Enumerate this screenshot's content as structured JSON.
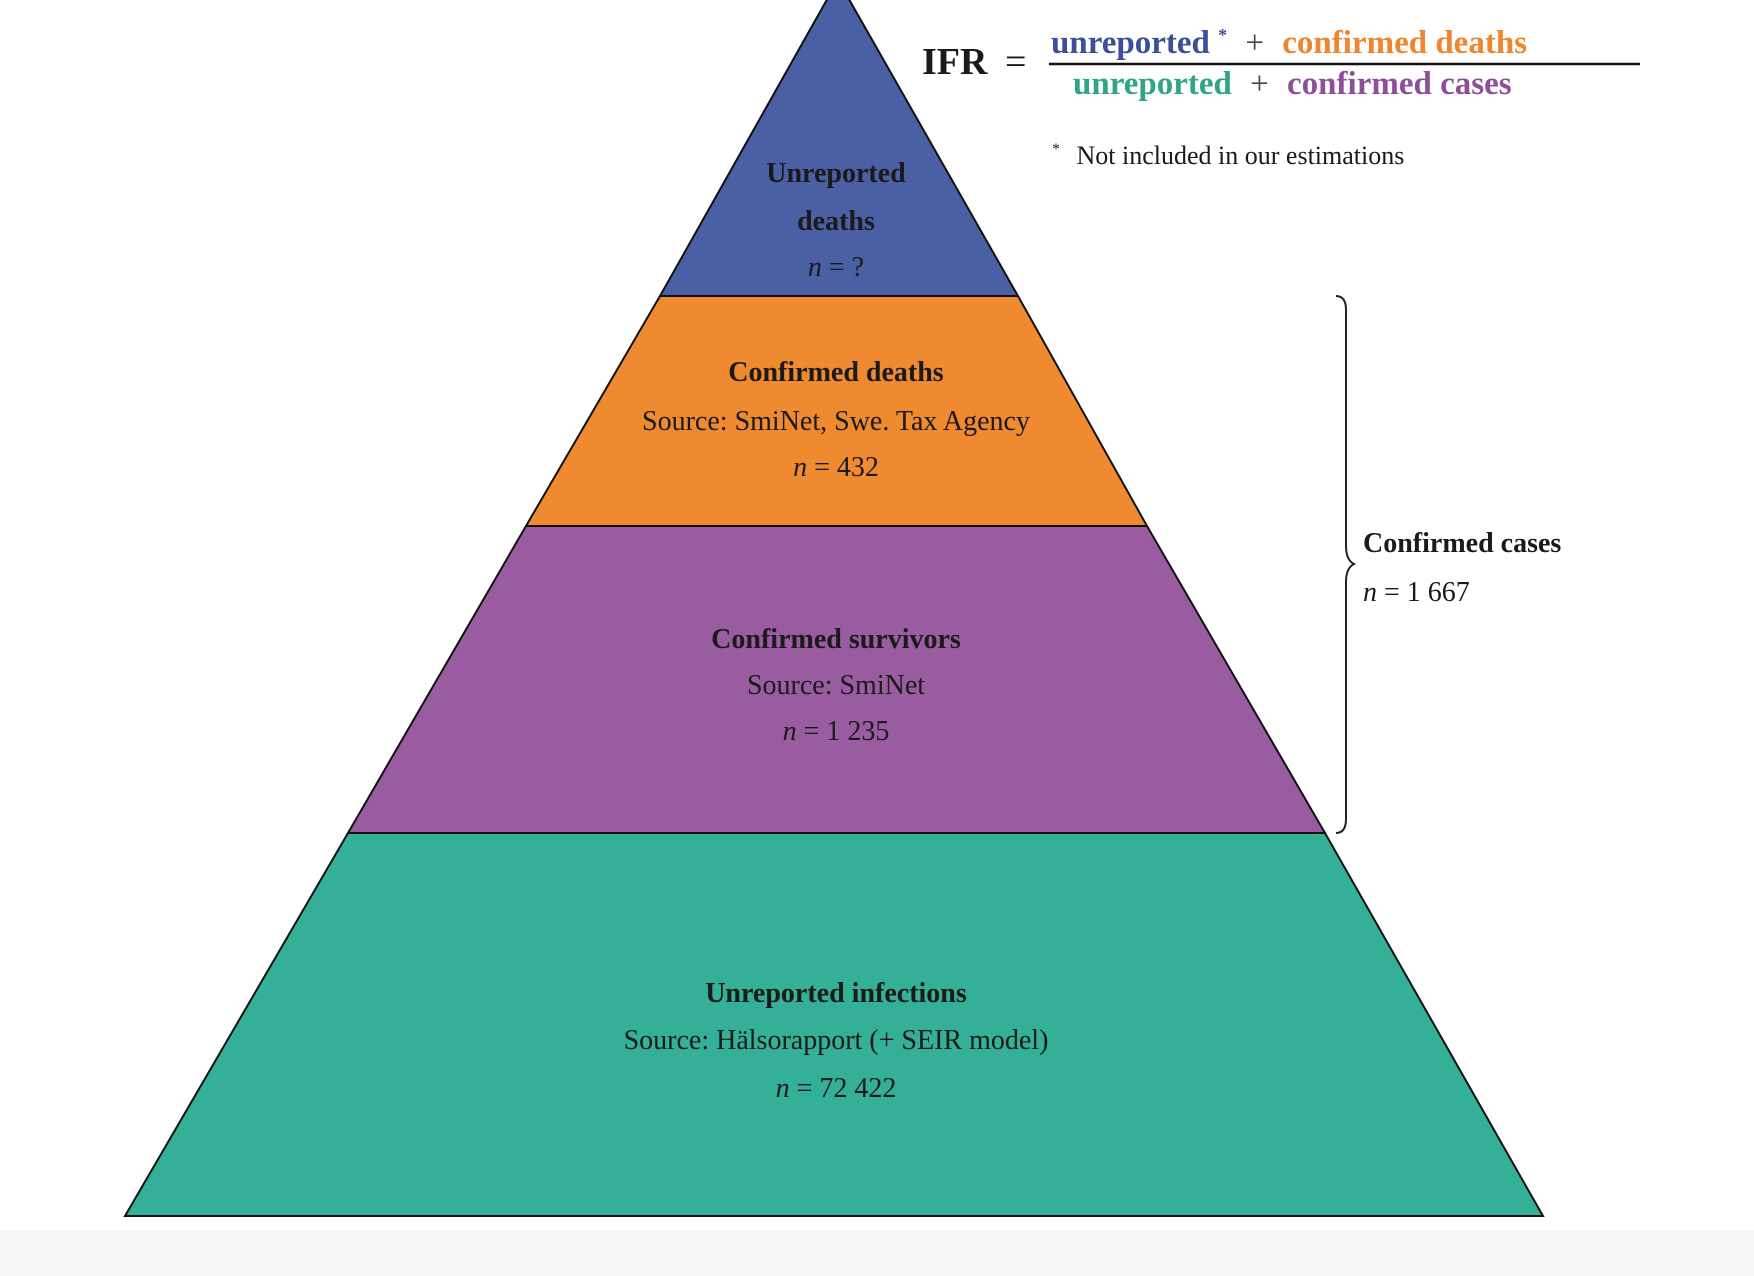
{
  "formula": {
    "lhs": "IFR",
    "equals": "=",
    "numerator": {
      "term1": "unreported",
      "star": "*",
      "plus": "+",
      "term2": "confirmed deaths"
    },
    "denominator": {
      "term1": "unreported",
      "plus": "+",
      "term2": "confirmed cases"
    },
    "footnote_star": "*",
    "footnote": "Not included in our estimations"
  },
  "colors": {
    "unreported_deaths": "#4a5fa4",
    "confirmed_deaths": "#f08a30",
    "confirmed_survivors": "#9a5ca0",
    "unreported_infections": "#33b097",
    "num_blue": "#3c4f9b",
    "num_orange": "#f0852d",
    "den_green": "#2fa588",
    "den_purple": "#8e4f9a"
  },
  "pyramid": [
    {
      "key": "unreported_deaths",
      "title_lines": [
        "Unreported",
        "deaths"
      ],
      "n_var": "n",
      "n_eq": "=",
      "n_val": "?"
    },
    {
      "key": "confirmed_deaths",
      "title_lines": [
        "Confirmed deaths"
      ],
      "source": "Source: SmiNet, Swe. Tax Agency",
      "n_var": "n",
      "n_eq": "=",
      "n_val": "432"
    },
    {
      "key": "confirmed_survivors",
      "title_lines": [
        "Confirmed survivors"
      ],
      "source": "Source: SmiNet",
      "n_var": "n",
      "n_eq": "=",
      "n_val": "1 235"
    },
    {
      "key": "unreported_infections",
      "title_lines": [
        "Unreported infections"
      ],
      "source": "Source: Hälsorapport (+ SEIR model)",
      "n_var": "n",
      "n_eq": "=",
      "n_val": "72 422"
    }
  ],
  "brace": {
    "title": "Confirmed cases",
    "n_var": "n",
    "n_eq": "=",
    "n_val": "1 667"
  }
}
